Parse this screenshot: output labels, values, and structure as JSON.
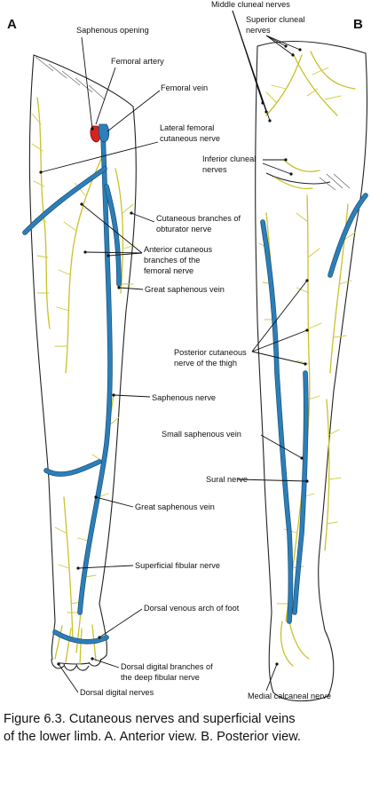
{
  "panels": {
    "a": "A",
    "b": "B"
  },
  "labels_a": {
    "saphenous_opening": "Saphenous opening",
    "femoral_artery": "Femoral artery",
    "femoral_vein": "Femoral vein",
    "lateral_femoral_cutaneous_1": "Lateral femoral",
    "lateral_femoral_cutaneous_2": "cutaneous nerve",
    "obturator_1": "Cutaneous branches of",
    "obturator_2": "obturator nerve",
    "anterior_cutaneous_1": "Anterior cutaneous",
    "anterior_cutaneous_2": "branches of the",
    "anterior_cutaneous_3": "femoral nerve",
    "great_saphenous_vein_upper": "Great saphenous vein",
    "saphenous_nerve": "Saphenous nerve",
    "great_saphenous_vein_lower": "Great saphenous vein",
    "superficial_fibular_nerve": "Superficial fibular nerve",
    "dorsal_venous_arch": "Dorsal venous arch of foot",
    "dorsal_digital_deep_1": "Dorsal digital branches of",
    "dorsal_digital_deep_2": "the deep fibular nerve",
    "dorsal_digital_nerves": "Dorsal digital nerves"
  },
  "labels_b": {
    "middle_cluneal": "Middle cluneal nerves",
    "superior_cluneal_1": "Superior cluneal",
    "superior_cluneal_2": "nerves",
    "inferior_cluneal_1": "Inferior cluneal",
    "inferior_cluneal_2": "nerves",
    "posterior_cutaneous_1": "Posterior cutaneous",
    "posterior_cutaneous_2": "nerve of the thigh",
    "small_saphenous_vein": "Small saphenous vein",
    "sural_nerve": "Sural nerve",
    "medial_calcaneal": "Medial calcaneal nerve"
  },
  "caption": {
    "line1": "Figure 6.3. Cutaneous nerves and superficial veins",
    "line2": "of the lower limb. A. Anterior view. B. Posterior view."
  },
  "colors": {
    "nerve": "#c9c12a",
    "vein": "#2c7fb8",
    "artery": "#d7231f"
  }
}
